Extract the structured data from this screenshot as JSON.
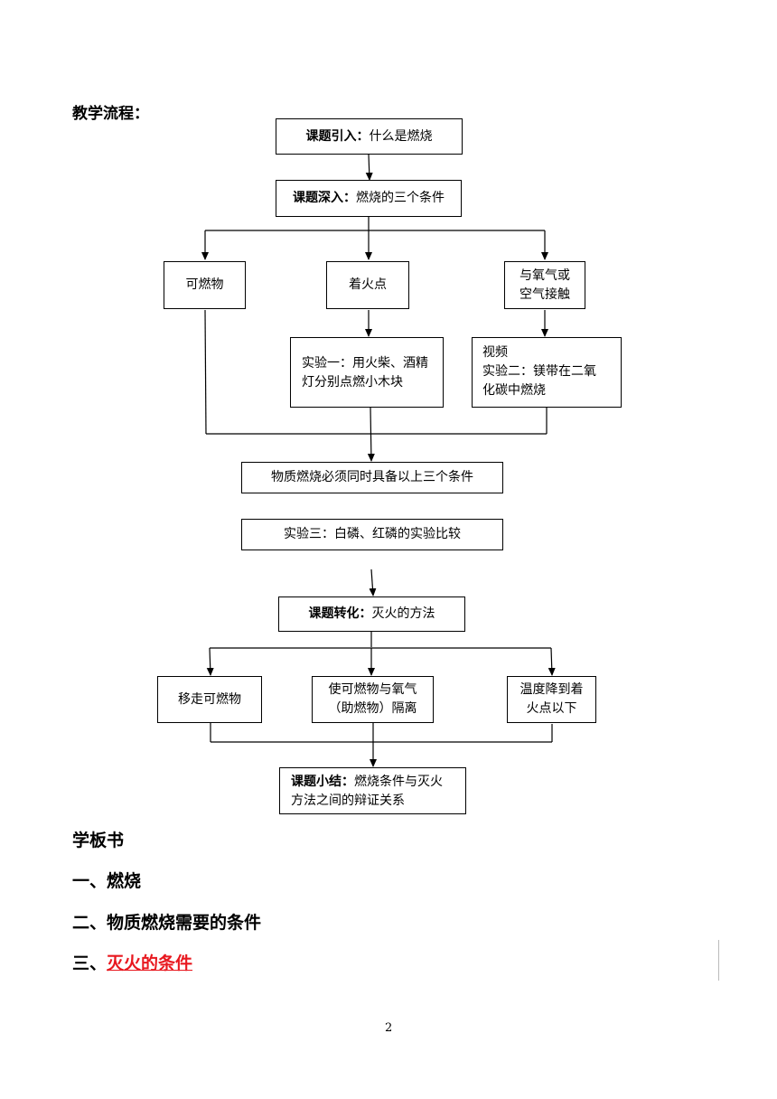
{
  "heading": "教学流程：",
  "flow": {
    "intro": {
      "label": "课题引入：",
      "text": "什么是燃烧"
    },
    "deepen": {
      "label": "课题深入：",
      "text": "燃烧的三个条件"
    },
    "cond1": "可燃物",
    "cond2": "着火点",
    "cond3_line1": "与氧气或",
    "cond3_line2": "空气接触",
    "exp1_line1": "实验一：用火柴、酒精",
    "exp1_line2": "灯分别点燃小木块",
    "exp2_line1": "视频",
    "exp2_line2": "实验二：镁带在二氧",
    "exp2_line3": "化碳中燃烧",
    "together": "物质燃烧必须同时具备以上三个条件",
    "exp3": "实验三：白磷、红磷的实验比较",
    "transform": {
      "label": "课题转化：",
      "text": "灭火的方法"
    },
    "method1": "移走可燃物",
    "method2_line1": "使可燃物与氧气",
    "method2_line2": "（助燃物）隔离",
    "method3_line1": "温度降到着",
    "method3_line2": "火点以下",
    "summary": {
      "label": "课题小结：",
      "text1": "燃烧条件与灭火",
      "text2": "方法之间的辩证关系"
    }
  },
  "board": {
    "title": "学板书",
    "item1": "一、燃烧",
    "item2": "二、物质燃烧需要的条件",
    "item3_prefix": "三、",
    "item3_text": "灭火的条件"
  },
  "page_number": "2",
  "colors": {
    "text": "#000000",
    "highlight": "#e8181f"
  }
}
